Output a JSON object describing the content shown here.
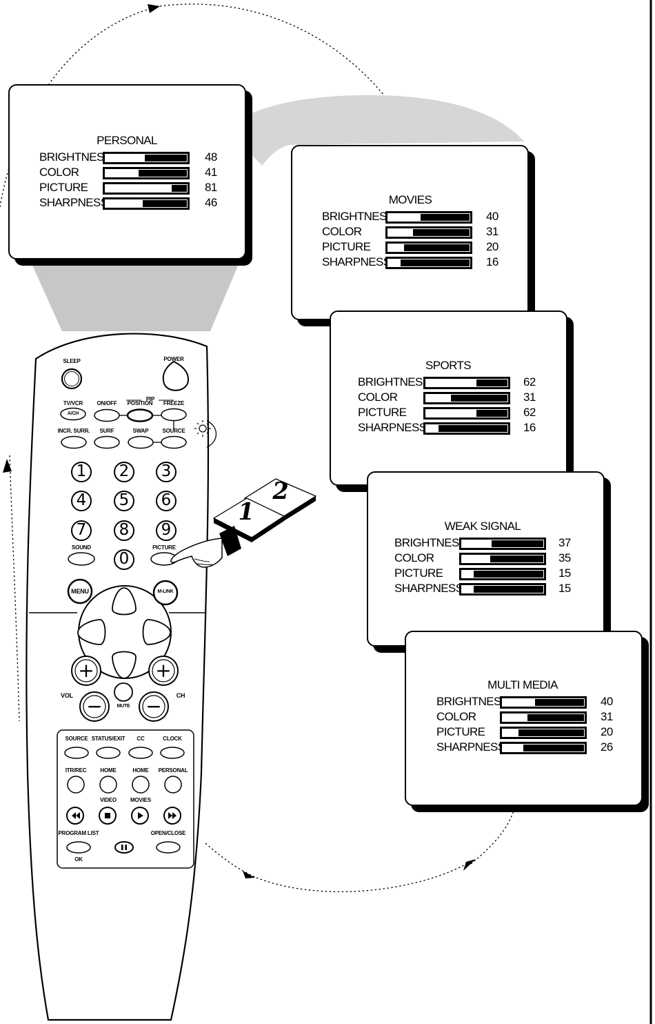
{
  "remote": {
    "top": {
      "sleep": "SLEEP",
      "power": "POWER",
      "pip": "PIP",
      "tvvcr": "TV/VCR",
      "ach": "A/CH",
      "onoff": "ON/OFF",
      "position": "POSITION",
      "freeze": "FREEZE",
      "incr_surr": "INCR. SURR.",
      "surf": "SURF",
      "swap": "SWAP",
      "source": "SOURCE"
    },
    "numbers": [
      "1",
      "2",
      "3",
      "4",
      "5",
      "6",
      "7",
      "8",
      "9",
      "0"
    ],
    "sound": "SOUND",
    "picture": "PICTURE",
    "menu": "MENU",
    "mlink": "M-LINK",
    "vol": "VOL",
    "ch": "CH",
    "mute": "MUTE",
    "plus": "+",
    "minus": "−",
    "lower": {
      "source": "SOURCE",
      "status_exit": "STATUS/EXIT",
      "cc": "CC",
      "clock": "CLOCK",
      "itr_rec": "ITR/REC",
      "home1": "HOME",
      "home2": "HOME",
      "personal": "PERSONAL",
      "video": "VIDEO",
      "movies": "MOVIES",
      "program_list": "PROGRAM LIST",
      "ok": "OK",
      "open_close": "OPEN/CLOSE"
    }
  },
  "steps": [
    "1",
    "2"
  ],
  "screens": [
    {
      "title": "PERSONAL",
      "rows": [
        {
          "label": "BRIGHTNESS",
          "value": 48
        },
        {
          "label": "COLOR",
          "value": 41
        },
        {
          "label": "PICTURE",
          "value": 81
        },
        {
          "label": "SHARPNESS",
          "value": 46
        }
      ]
    },
    {
      "title": "MOVIES",
      "rows": [
        {
          "label": "BRIGHTNESS",
          "value": 40
        },
        {
          "label": "COLOR",
          "value": 31
        },
        {
          "label": "PICTURE",
          "value": 20
        },
        {
          "label": "SHARPNESS",
          "value": 16
        }
      ]
    },
    {
      "title": "SPORTS",
      "rows": [
        {
          "label": "BRIGHTNESS",
          "value": 62
        },
        {
          "label": "COLOR",
          "value": 31
        },
        {
          "label": "PICTURE",
          "value": 62
        },
        {
          "label": "SHARPNESS",
          "value": 16
        }
      ]
    },
    {
      "title": "WEAK SIGNAL",
      "rows": [
        {
          "label": "BRIGHTNESS",
          "value": 37
        },
        {
          "label": "COLOR",
          "value": 35
        },
        {
          "label": "PICTURE",
          "value": 15
        },
        {
          "label": "SHARPNESS",
          "value": 15
        }
      ]
    },
    {
      "title": "MULTI MEDIA",
      "rows": [
        {
          "label": "BRIGHTNESS",
          "value": 40
        },
        {
          "label": "COLOR",
          "value": 31
        },
        {
          "label": "PICTURE",
          "value": 20
        },
        {
          "label": "SHARPNESS",
          "value": 26
        }
      ]
    }
  ]
}
